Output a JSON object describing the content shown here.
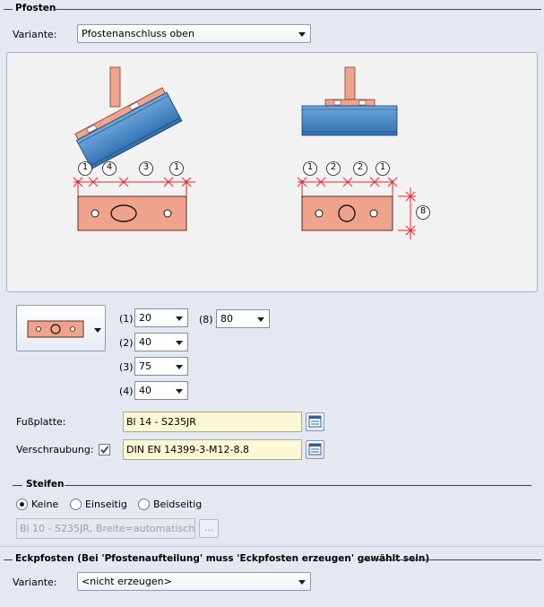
{
  "pfosten": {
    "header": "Pfosten",
    "variant_label": "Variante:",
    "variant_value": "Pfostenanschluss oben"
  },
  "dimensions": {
    "labels": [
      "(1)",
      "(2)",
      "(3)",
      "(4)",
      "(8)"
    ],
    "values": [
      "20",
      "40",
      "75",
      "40",
      "80"
    ]
  },
  "preview": {
    "left_marks": [
      "1",
      "4",
      "3",
      "1"
    ],
    "right_marks": [
      "1",
      "2",
      "2",
      "1"
    ],
    "height_mark": "8"
  },
  "fussplatte": {
    "label": "Fußplatte:",
    "value": "Bl 14 - S235JR"
  },
  "verschraubung": {
    "label": "Verschraubung:",
    "checked": true,
    "value": "DIN EN 14399-3-M12-8.8"
  },
  "steifen": {
    "header": "Steifen",
    "options": [
      "Keine",
      "Einseitig",
      "Beidseitig"
    ],
    "selected": "Keine",
    "field_value": "Bl 10 - S235JR, Breite=automatisch",
    "ellipsis": "..."
  },
  "eckpfosten": {
    "header": "Eckpfosten (Bei 'Pfostenaufteilung' muss 'Eckpfosten erzeugen' gewählt sein)",
    "variant_label": "Variante:",
    "variant_value": "<nicht erzeugen>"
  },
  "colors": {
    "plate": "#f0a38c",
    "beam": "#3f86c4",
    "dimension": "#e8252b"
  }
}
